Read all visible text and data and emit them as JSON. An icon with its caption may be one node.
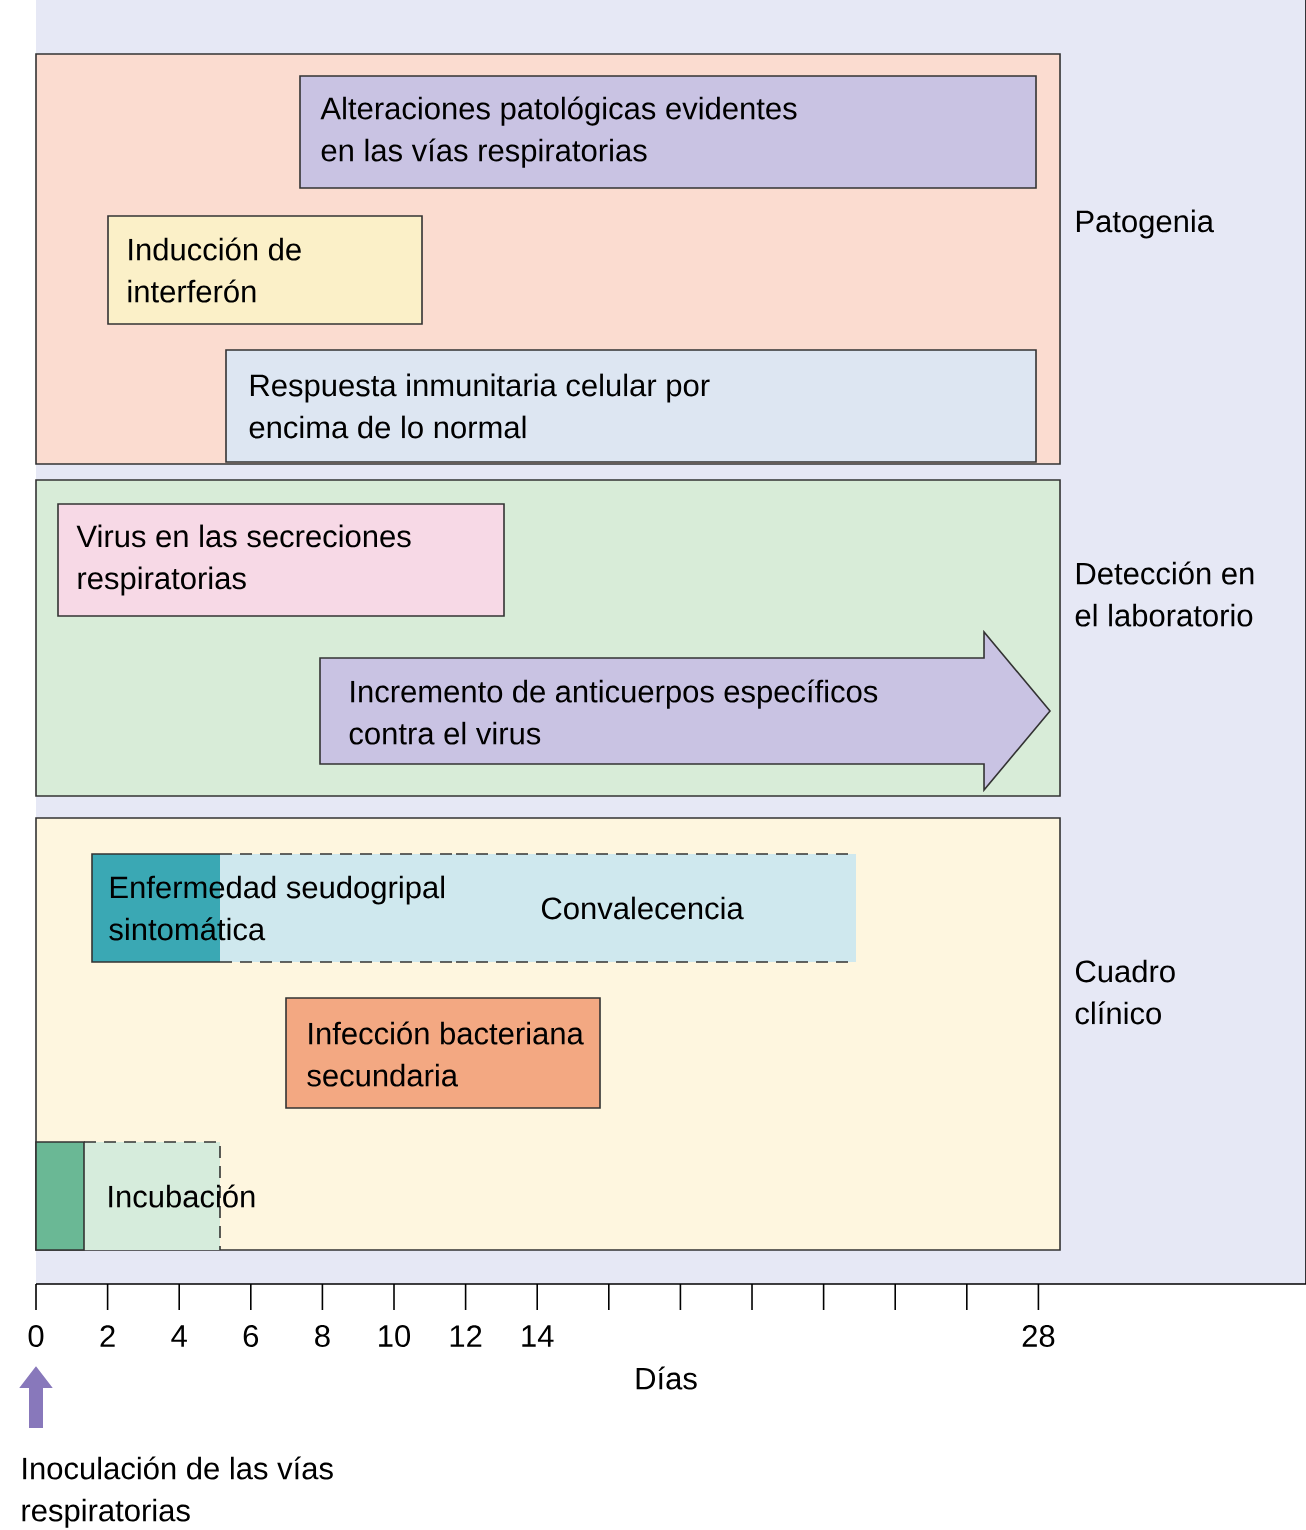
{
  "diagram": {
    "nodes": [
      {
        "text": [
          "Patogenia"
        ]
      },
      {
        "text": [
          "Alteraciones patológicas evidentes en las vías respiratorias"
        ],
        "in": 0
      },
      {
        "text": [
          "Inducción de interferón"
        ],
        "in": 0
      },
      {
        "text": [
          "Respuesta inmunitaria celular por encima de lo normal"
        ],
        "in": 0
      },
      {
        "text": [
          "Detección en el laboratorio"
        ]
      },
      {
        "text": [
          "Virus en las secreciones respiratorias"
        ],
        "in": 4
      },
      {
        "text": [
          "Incremento de anticuerpos específicos contra el virus"
        ],
        "in": 4
      },
      {
        "text": [
          "Cuadro clínico"
        ]
      },
      {
        "text": [
          "Enfermedad seudogripal sintomática"
        ],
        "in": 7
      },
      {
        "text": [
          "Convalecencia"
        ],
        "in": 7
      },
      {
        "text": [
          "Infección bacteriana secundaria"
        ],
        "in": 7
      },
      {
        "text": [
          "Incubación"
        ],
        "in": 7
      }
    ],
    "labels": [
      "0",
      "2",
      "4",
      "6",
      "8",
      "10",
      "12",
      "14",
      "28",
      "Días",
      "Inoculación de las vías respiratorias"
    ]
  }
}
